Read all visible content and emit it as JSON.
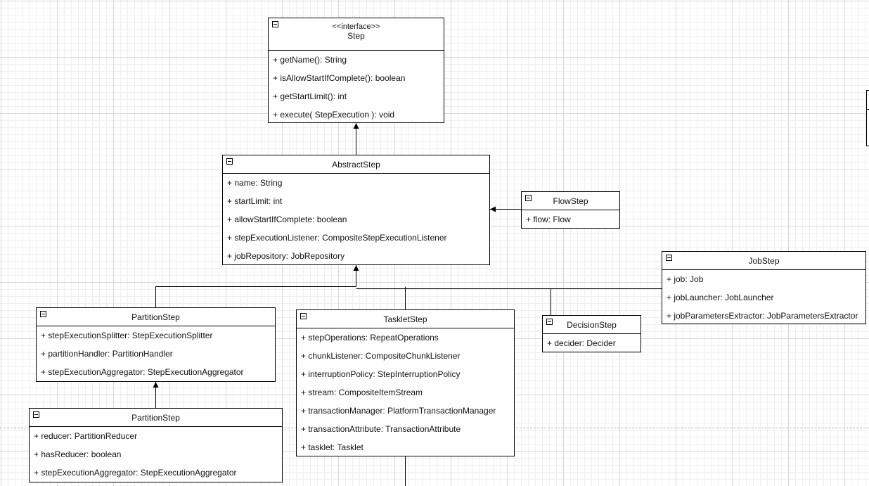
{
  "classes": {
    "step": {
      "stereotype": "<<interface>>",
      "name": "Step",
      "members": [
        "+ getName(): String",
        "+ isAllowStartIfComplete(): boolean",
        "+ getStartLimit(): int",
        "+ execute( StepExecution ): void"
      ]
    },
    "abstract_step": {
      "name": "AbstractStep",
      "members": [
        "+ name: String",
        "+ startLimit: int",
        "+ allowStartIfComplete: boolean",
        "+ stepExecutionListener: CompositeStepExecutionListener",
        "+ jobRepository: JobRepository"
      ]
    },
    "flow_step": {
      "name": "FlowStep",
      "members": [
        "+ flow: Flow"
      ]
    },
    "job_step": {
      "name": "JobStep",
      "members": [
        "+ job: Job",
        "+ jobLauncher: JobLauncher",
        "+ jobParametersExtractor: JobParametersExtractor"
      ]
    },
    "partition_step": {
      "name": "PartitionStep",
      "members": [
        "+ stepExecutionSplitter: StepExecutionSplitter",
        "+ partitionHandler: PartitionHandler",
        "+ stepExecutionAggregator: StepExecutionAggregator"
      ]
    },
    "partition_step_sub": {
      "name": "PartitionStep",
      "members": [
        "+ reducer: PartitionReducer",
        "+ hasReducer: boolean",
        "+ stepExecutionAggregator: StepExecutionAggregator"
      ]
    },
    "tasklet_step": {
      "name": "TaskletStep",
      "members": [
        "+ stepOperations: RepeatOperations",
        "+ chunkListener: CompositeChunkListener",
        "+ interruptionPolicy: StepInterruptionPolicy",
        "+ stream: CompositeItemStream",
        "+ transactionManager: PlatformTransactionManager",
        "+ transactionAttribute: TransactionAttribute",
        "+ tasklet: Tasklet"
      ]
    },
    "decision_step": {
      "name": "DecisionStep",
      "members": [
        "+ decider: Decider"
      ]
    }
  },
  "relations": [
    {
      "from": "AbstractStep",
      "to": "Step",
      "type": "inherits"
    },
    {
      "from": "FlowStep",
      "to": "AbstractStep",
      "type": "inherits"
    },
    {
      "from": "JobStep",
      "to": "AbstractStep",
      "type": "inherits"
    },
    {
      "from": "PartitionStep",
      "to": "AbstractStep",
      "type": "inherits"
    },
    {
      "from": "TaskletStep",
      "to": "AbstractStep",
      "type": "inherits"
    },
    {
      "from": "DecisionStep",
      "to": "AbstractStep",
      "type": "inherits"
    },
    {
      "from": "PartitionStep",
      "to": "PartitionStep",
      "type": "inherits"
    }
  ]
}
